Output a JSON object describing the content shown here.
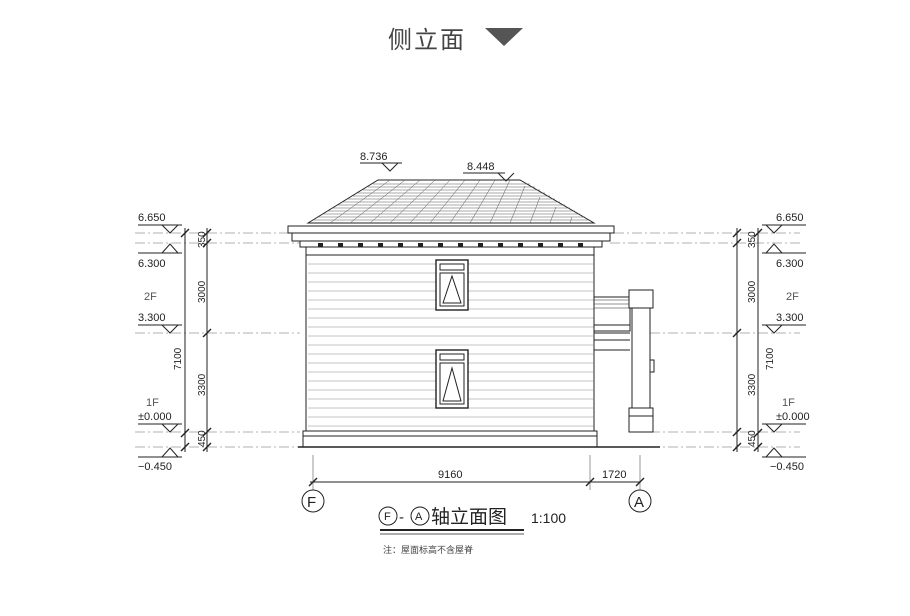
{
  "header": {
    "title": "侧立面"
  },
  "elevations": {
    "top_ridge_left": "8.736",
    "top_ridge_right": "8.448",
    "left": {
      "eave": "6.650",
      "floor2_top": "6.300",
      "floor2_label": "2F",
      "floor2_level": "3.300",
      "floor1_label": "1F",
      "floor1_level": "±0.000",
      "ground": "−0.450"
    },
    "right": {
      "eave": "6.650",
      "floor2_top": "6.300",
      "floor2_label": "2F",
      "floor2_level": "3.300",
      "floor1_label": "1F",
      "floor1_level": "±0.000",
      "ground": "−0.450"
    }
  },
  "dimensions": {
    "seg_350": "350",
    "seg_3000": "3000",
    "seg_3300": "3300",
    "seg_450": "450",
    "total_7100": "7100",
    "width_main": "9160",
    "width_side": "1720"
  },
  "axes": {
    "left": "F",
    "right": "A"
  },
  "drawing_title": {
    "axis_from": "F",
    "dash": "-",
    "axis_to": "A",
    "name": "轴立面图",
    "scale": "1:100"
  },
  "note": "注：屋面标高不含屋脊"
}
